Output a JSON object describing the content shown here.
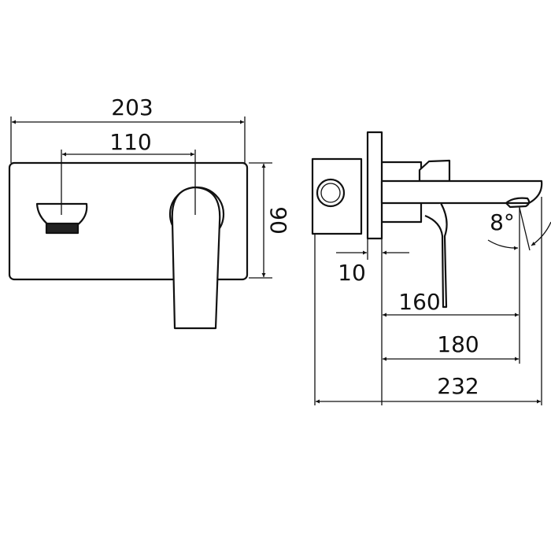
{
  "dimensions": {
    "width_total_front": "203",
    "center_distance": "110",
    "height_front": "90",
    "plate_thickness": "10",
    "spout_reach_lever": "160",
    "spout_reach": "180",
    "depth_total": "232",
    "spout_angle": "8°"
  }
}
